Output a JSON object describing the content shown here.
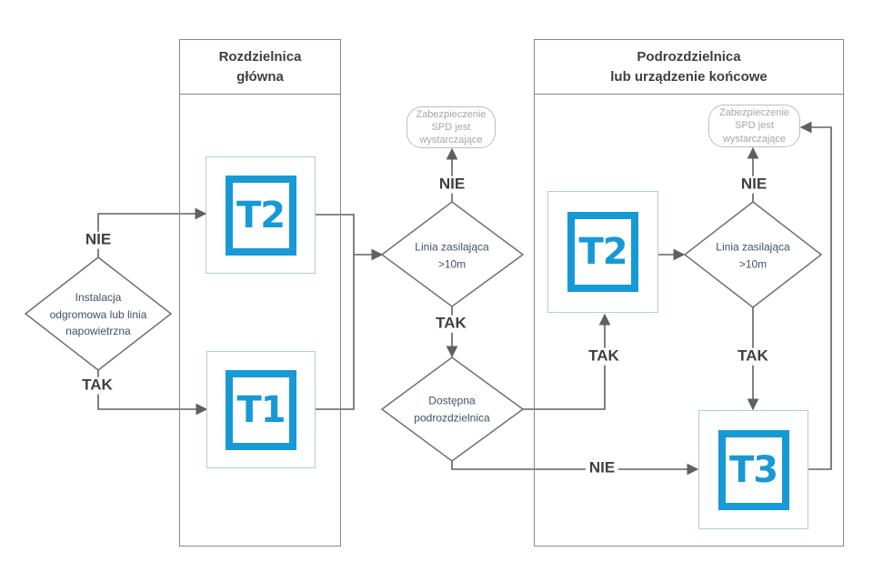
{
  "colors": {
    "spd_blue": "#1799d6",
    "spd_outline_teal": "#b0d0cf",
    "connector_gray": "#606060",
    "panel_border_gray": "#878787",
    "text_dark": "#3f3f3f",
    "diamond_text": "#3e5166",
    "terminal_text_gray": "#a6a6a6"
  },
  "columns": {
    "main_board": {
      "title_lines": [
        "Rozdzielnica",
        "główna"
      ]
    },
    "sub_board": {
      "title_lines": [
        "Podrozdzielnica",
        "lub urządzenie końcowe"
      ]
    }
  },
  "spd_boxes": {
    "main_t2": "T2",
    "main_t1": "T1",
    "sub_t2": "T2",
    "sub_t3": "T3"
  },
  "diamonds": {
    "lightning": {
      "lines": [
        "Instalacja",
        "odgromowa lub linia",
        "napowietrzna"
      ]
    },
    "main_supply_line": {
      "lines": [
        "Linia zasilająca",
        ">10m"
      ]
    },
    "available_subboard": {
      "lines": [
        "Dostępna",
        "podrozdzielnica"
      ]
    },
    "sub_supply_line": {
      "lines": [
        "Linia zasilająca",
        ">10m"
      ]
    }
  },
  "terminals": {
    "main_spd_sufficient": {
      "lines": [
        "Zabezpieczenie",
        "SPD jest",
        "wystarczające"
      ]
    },
    "sub_spd_sufficient": {
      "lines": [
        "Zabezpieczenie",
        "SPD jest",
        "wystarczające"
      ]
    }
  },
  "edge_labels": {
    "lightning_no": "NIE",
    "lightning_yes": "TAK",
    "main_supply_no": "NIE",
    "main_supply_yes": "TAK",
    "subboard_yes": "TAK",
    "subboard_no": "NIE",
    "sub_supply_no": "NIE",
    "sub_supply_yes": "TAK"
  }
}
